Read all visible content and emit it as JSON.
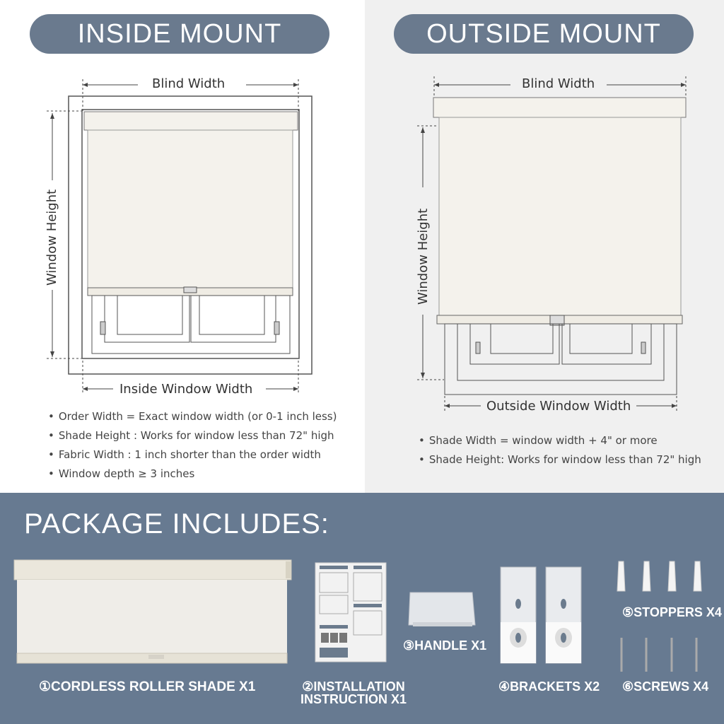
{
  "inside_mount": {
    "title": "INSIDE MOUNT",
    "blind_width_label": "Blind Width",
    "window_height_label": "Window Height",
    "inside_window_width_label": "Inside Window Width",
    "notes": [
      "Order Width = Exact window width (or 0-1 inch less)",
      "Shade Height : Works for window less than 72\" high",
      "Fabric Width : 1 inch shorter than the order width",
      "Window depth ≥ 3 inches"
    ]
  },
  "outside_mount": {
    "title": "OUTSIDE MOUNT",
    "blind_width_label": "Blind Width",
    "window_height_label": "Window Height",
    "outside_window_width_label": "Outside Window Width",
    "notes": [
      "Shade Width = window width + 4\" or more",
      "Shade Height: Works for window less than 72\" high"
    ]
  },
  "package": {
    "title": "PACKAGE INCLUDES:",
    "items": [
      {
        "label": "①CORDLESS ROLLER SHADE X1"
      },
      {
        "label": "②INSTALLATION",
        "label2": "INSTRUCTION X1"
      },
      {
        "label": "③HANDLE X1"
      },
      {
        "label": "④BRACKETS X2"
      },
      {
        "label": "⑤STOPPERS X4"
      },
      {
        "label": "⑥SCREWS X4"
      }
    ]
  },
  "colors": {
    "accent": "#6a7a8e",
    "bottom_bg": "#677a91",
    "shade": "#f4f2ec"
  }
}
